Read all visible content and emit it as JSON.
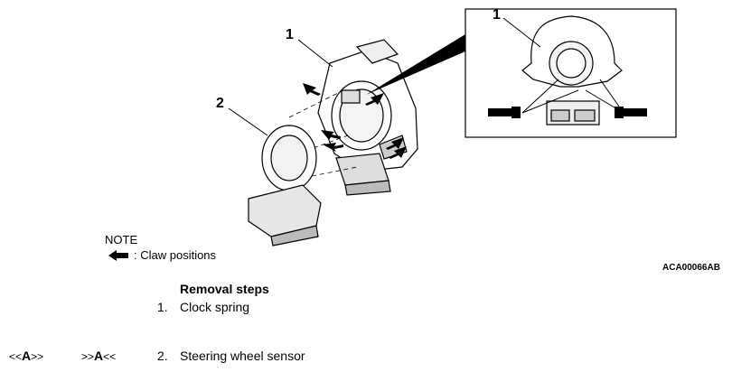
{
  "figure": {
    "callout_1_main": "1",
    "callout_2_main": "2",
    "callout_1_inset": "1",
    "figure_code": "ACA00066",
    "figure_code_suffix": "AB"
  },
  "note": {
    "title": "NOTE",
    "claw_label": ": Claw positions",
    "arrow_icon": "left-arrow-icon"
  },
  "removal": {
    "title": "Removal steps",
    "steps": [
      {
        "number": "1.",
        "label": "Clock spring",
        "install_ref": "",
        "remove_ref": ""
      },
      {
        "number": "2.",
        "label": "Steering wheel sensor",
        "install_ref_prefix": "<<",
        "install_ref_letter": "A",
        "install_ref_suffix": ">>",
        "remove_ref_prefix": ">>",
        "remove_ref_letter": "A",
        "remove_ref_suffix": "<<"
      }
    ]
  }
}
